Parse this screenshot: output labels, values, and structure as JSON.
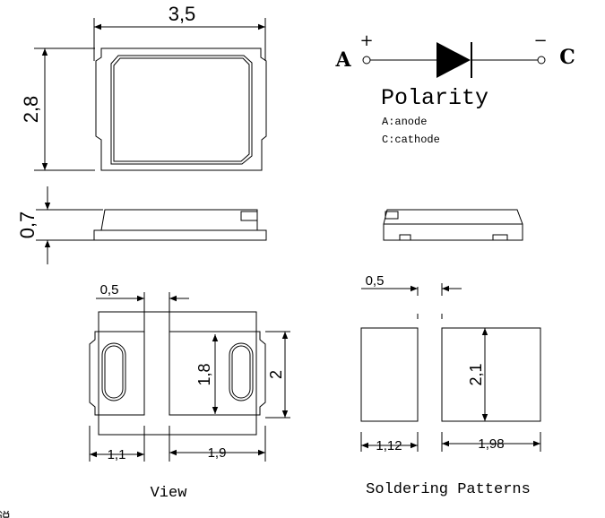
{
  "top_view": {
    "width_label": "3,5",
    "height_label": "2,8"
  },
  "side_view": {
    "thickness_label": "0,7"
  },
  "polarity": {
    "anode_letter": "A",
    "cathode_letter": "C",
    "plus_sign": "+",
    "minus_sign": "−",
    "title": "Polarity",
    "anode_note": "A:anode",
    "cathode_note": "C:cathode"
  },
  "bottom_view": {
    "gap_label": "0,5",
    "pad_height_label": "1,8",
    "body_height_label": "2",
    "left_pad_width_label": "1,1",
    "right_pad_width_label": "1,9",
    "caption": "View"
  },
  "soldering": {
    "gap_label": "0,5",
    "pad_height_label": "2,1",
    "left_pad_width_label": "1,12",
    "right_pad_width_label": "1,98",
    "caption": "Soldering Patterns"
  },
  "corner_fragment": "说"
}
